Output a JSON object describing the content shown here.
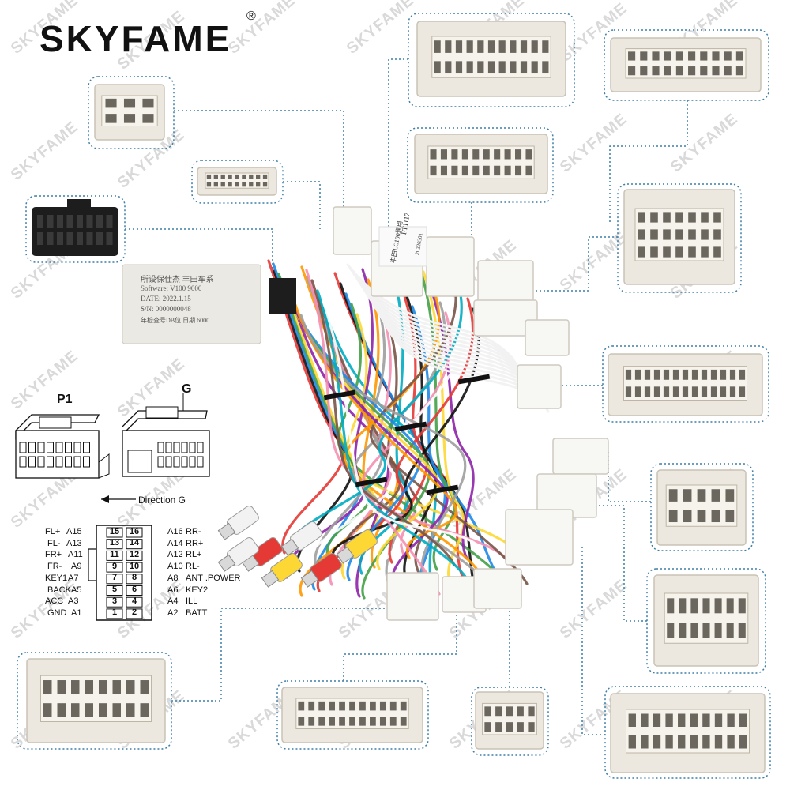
{
  "brand": {
    "name": "SKYFAME",
    "registered": "®"
  },
  "watermark": "SKYFAME",
  "module_label": {
    "line1": "所设保仕杰 丰田车系",
    "line2": "Software: V100 9000",
    "line3": "DATE: 2022.1.15",
    "line4": "S/N: 0000000048",
    "line5": "年检查号DB位 日期 6000"
  },
  "harness_tag": {
    "code": "FT1117",
    "line2": "丰田LC100通用",
    "line3": "20220301"
  },
  "connector_labels": {
    "p1": "P1",
    "g": "G",
    "direction": "Direction G"
  },
  "pinout": {
    "left": [
      {
        "name": "FL+",
        "pin": "A15"
      },
      {
        "name": "FL-",
        "pin": "A13"
      },
      {
        "name": "FR+",
        "pin": "A11"
      },
      {
        "name": "FR-",
        "pin": "A9"
      },
      {
        "name": "KEY1",
        "pin": "A7"
      },
      {
        "name": "BACK",
        "pin": "A5"
      },
      {
        "name": "ACC",
        "pin": "A3"
      },
      {
        "name": "GND",
        "pin": "A1"
      }
    ],
    "right": [
      {
        "pin": "A16",
        "name": "RR-"
      },
      {
        "pin": "A14",
        "name": "RR+"
      },
      {
        "pin": "A12",
        "name": "RL+"
      },
      {
        "pin": "A10",
        "name": "RL-"
      },
      {
        "pin": "A8",
        "name": "ANT .POWER"
      },
      {
        "pin": "A6",
        "name": "KEY2"
      },
      {
        "pin": "A4",
        "name": "ILL"
      },
      {
        "pin": "A2",
        "name": "BATT"
      }
    ],
    "numbers_left": [
      "15",
      "13",
      "11",
      "9",
      "7",
      "5",
      "3",
      "1"
    ],
    "numbers_right": [
      "16",
      "14",
      "12",
      "10",
      "8",
      "6",
      "4",
      "2"
    ]
  },
  "colors": {
    "dotted": "#3e7fa8",
    "connector": "#ece8df",
    "connector_dark": "#c9c3b5",
    "black_plug": "#1d1d1d",
    "watermark": "#d9d9d9"
  }
}
